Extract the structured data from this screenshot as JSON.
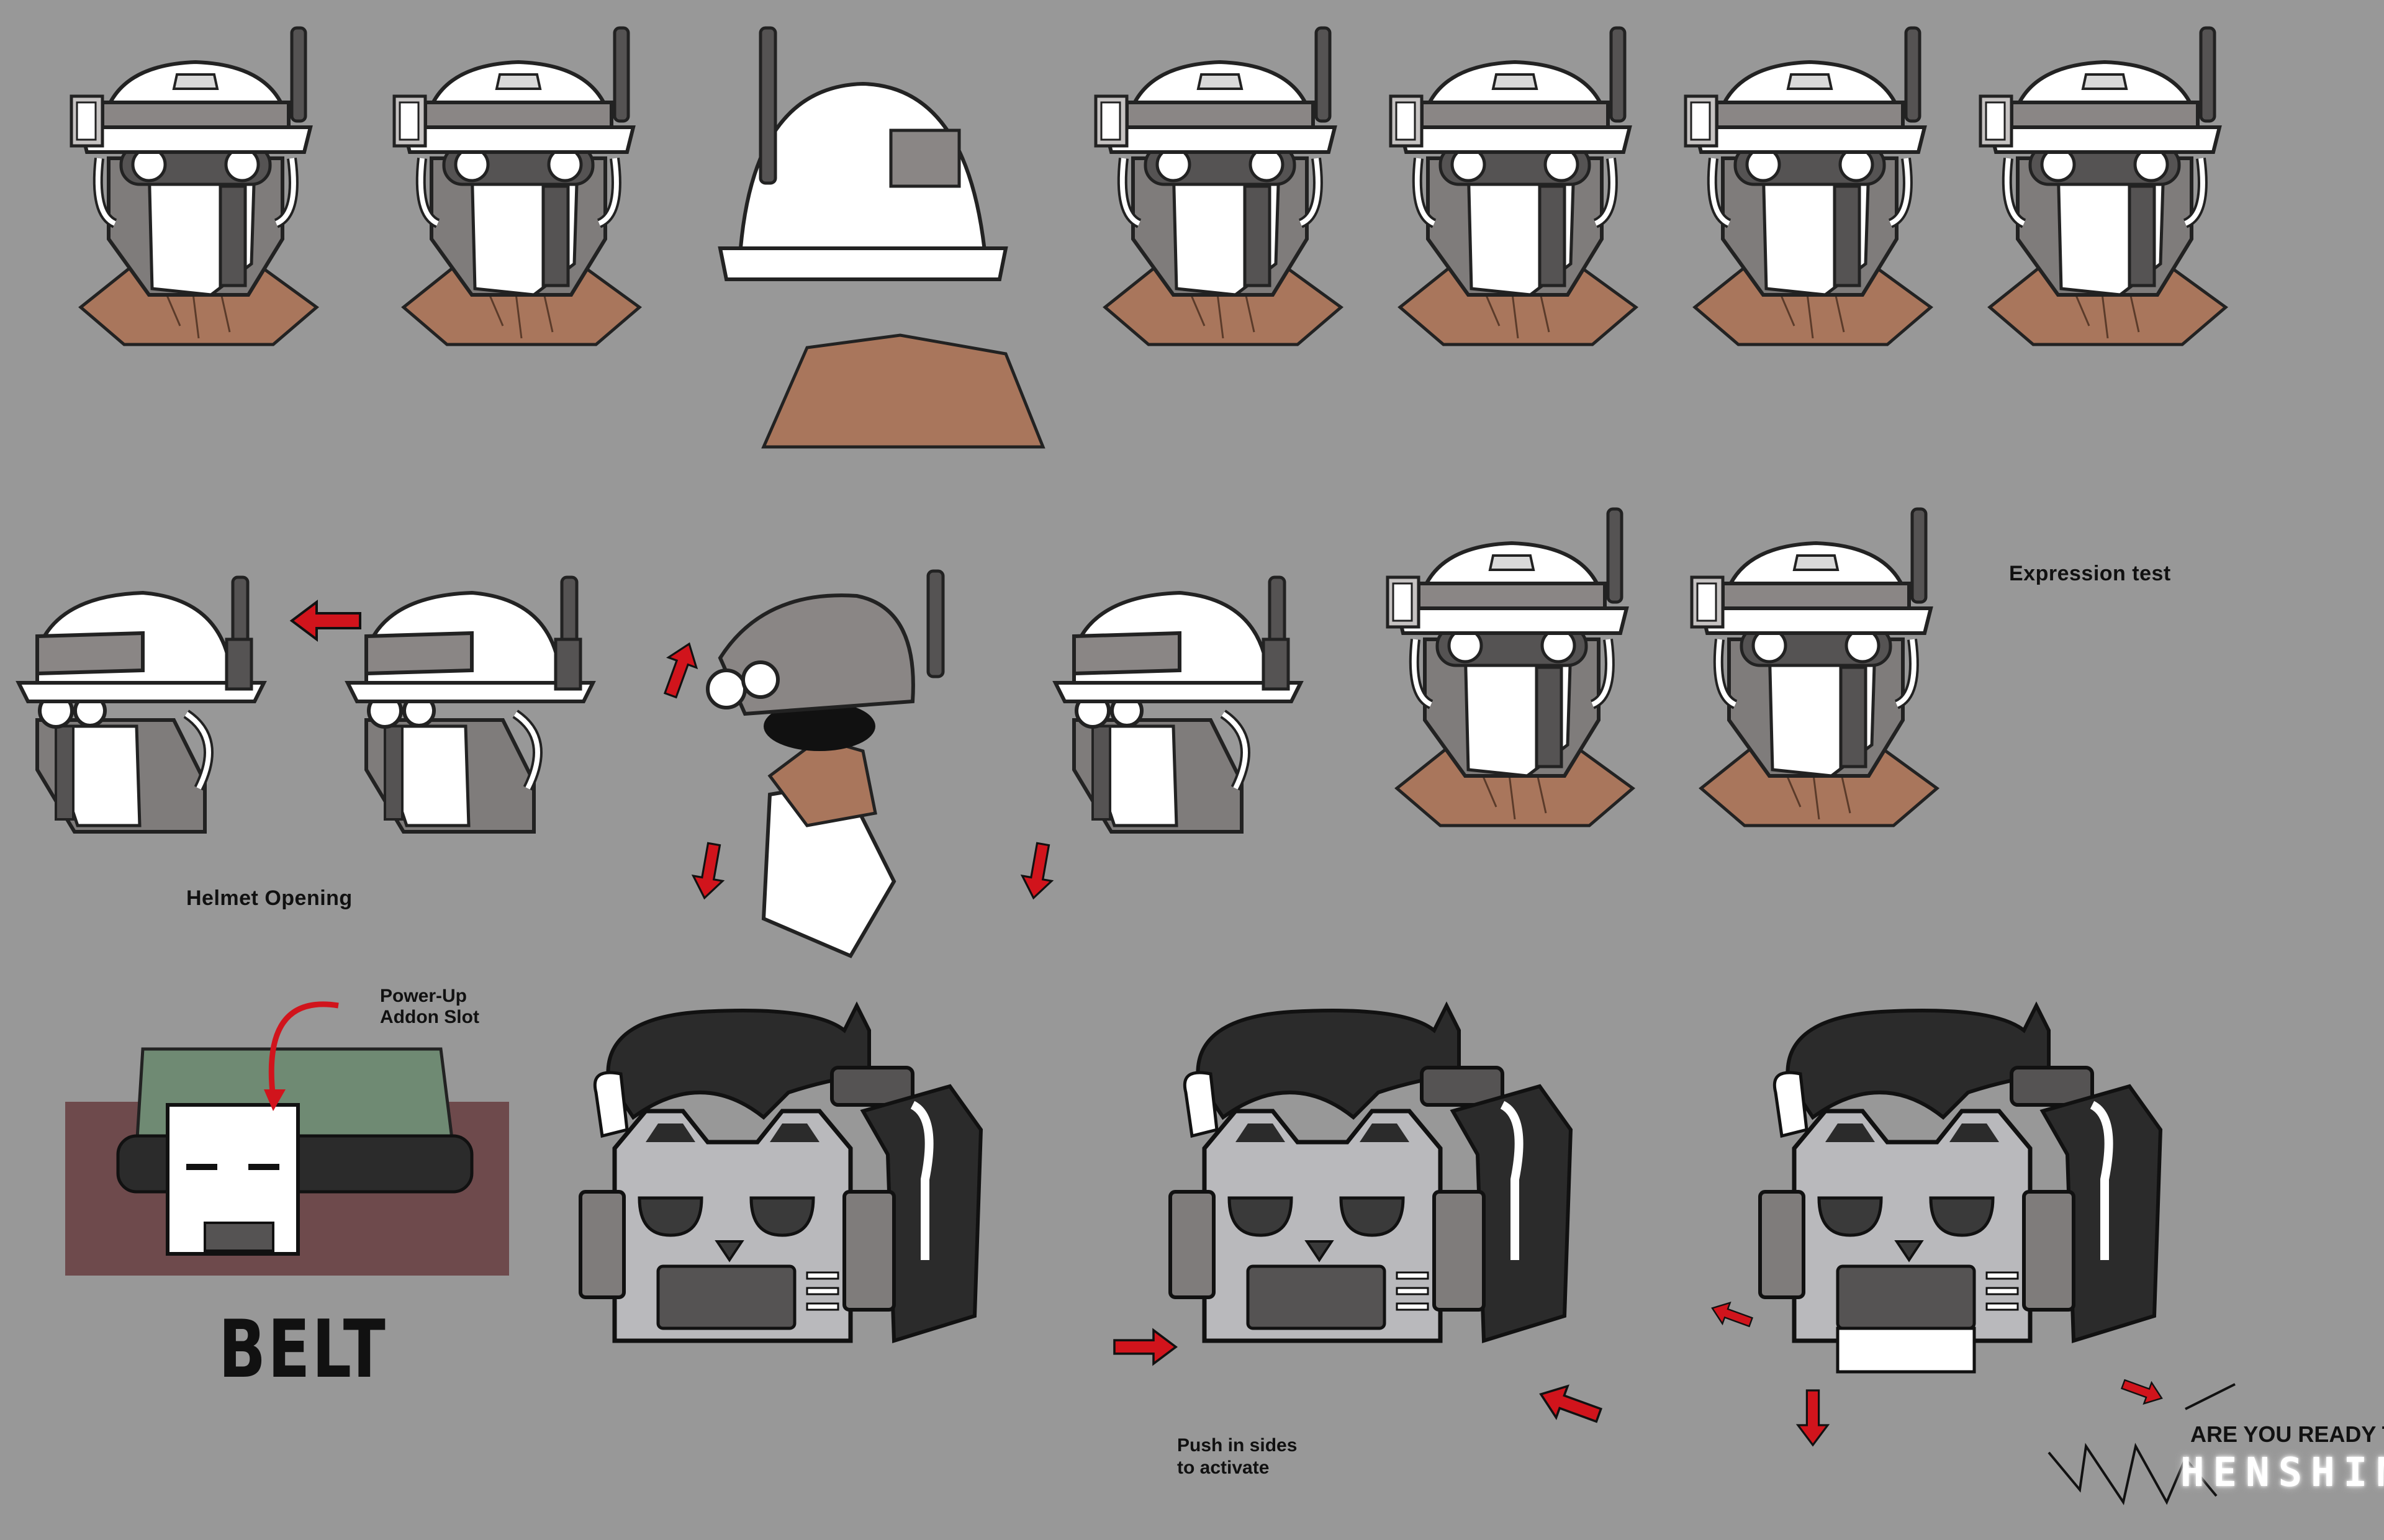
{
  "labels": {
    "expression_test": "Expression test",
    "helmet_opening": "Helmet Opening",
    "power_up_line1": "Power-Up",
    "power_up_line2": "Addon Slot",
    "belt_title": "BELT",
    "push_line1": "Push in sides",
    "push_line2": "to activate",
    "henshin_question": "ARE YOU READY TO",
    "henshin_word": "HENSHIN?"
  },
  "colors": {
    "background": "#989898",
    "helmet_white": "#ffffff",
    "visor_gray": "#8a8685",
    "dark_gray": "#555353",
    "skin": "#a9765c",
    "arrow_red": "#d1141c",
    "belt_black": "#2b2b2b",
    "buckle_gray": "#b9b9bc",
    "shirt_green": "#6f8a73",
    "pants_maroon": "#6e4a4c"
  }
}
